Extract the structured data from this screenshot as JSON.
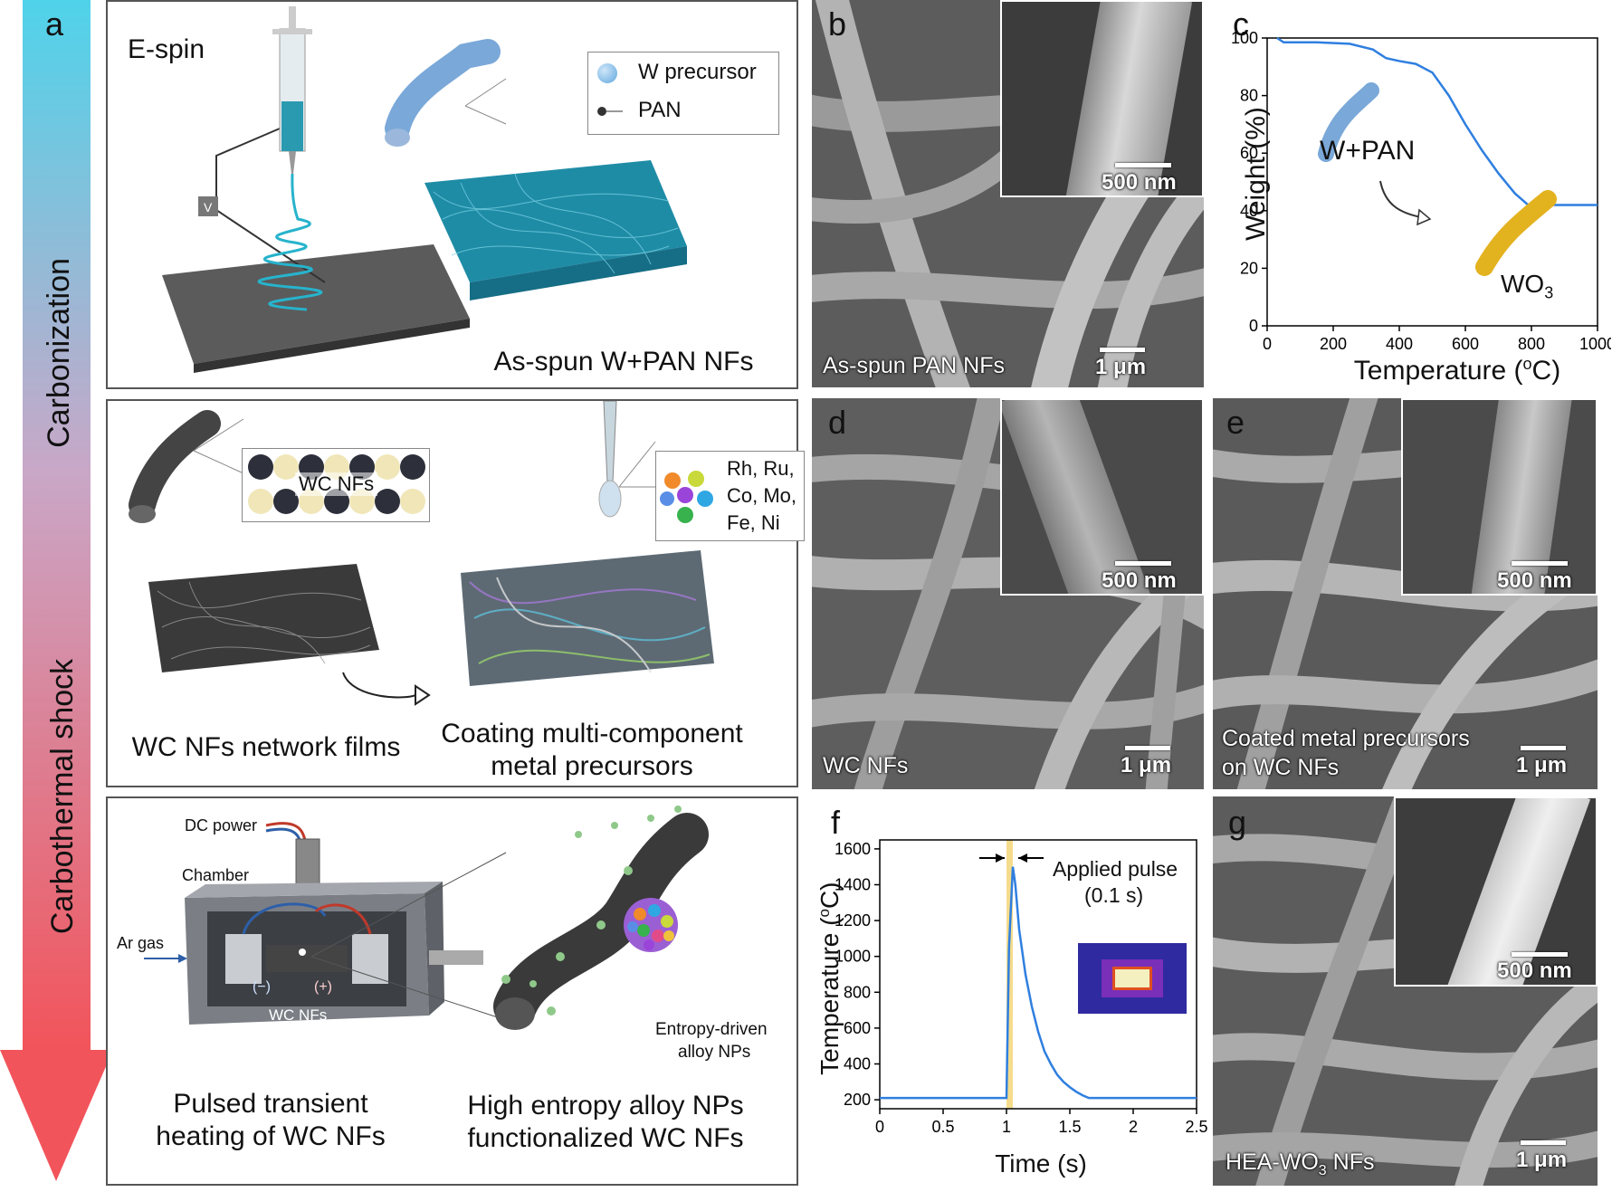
{
  "arrow": {
    "top_label": "Carbonization",
    "bottom_label": "Carbothermal shock",
    "colors": {
      "top": "#4fd3ea",
      "bottom": "#f2545b"
    }
  },
  "panel_labels": {
    "a": "a",
    "b": "b",
    "c": "c",
    "d": "d",
    "e": "e",
    "f": "f",
    "g": "g"
  },
  "box1": {
    "title": "E-spin",
    "voltage_symbol": "V",
    "legend_w": "W precursor",
    "legend_pan": "PAN",
    "caption": "As-spun W+PAN NFs"
  },
  "box2": {
    "inset_label": "WC NFs",
    "elements_line1": "Rh, Ru,",
    "elements_line2": "Co, Mo,",
    "elements_line3": "Fe, Ni",
    "caption_left": "WC NFs network films",
    "caption_right_1": "Coating multi-component",
    "caption_right_2": "metal precursors"
  },
  "box3": {
    "dc_power": "DC power",
    "chamber": "Chamber",
    "ar_gas": "Ar gas",
    "minus": "(−)",
    "plus": "(+)",
    "wc_label": "WC NFs",
    "np_label_1": "Entropy-driven",
    "np_label_2": "alloy NPs",
    "caption_left_1": "Pulsed transient",
    "caption_left_2": "heating of WC NFs",
    "caption_right_1": "High entropy alloy NPs",
    "caption_right_2": "functionalized WC NFs"
  },
  "sem": {
    "b": {
      "label": "As-spun PAN NFs",
      "scale": "1 μm",
      "inset_scale": "500 nm"
    },
    "d": {
      "label": "WC NFs",
      "scale": "1 μm",
      "inset_scale": "500 nm"
    },
    "e": {
      "label_1": "Coated metal precursors",
      "label_2": "on WC NFs",
      "scale": "1 μm",
      "inset_scale": "500 nm"
    },
    "g": {
      "label_prefix": "HEA-WO",
      "label_sub": "3",
      "label_suffix": " NFs",
      "scale": "1 μm",
      "inset_scale": "500 nm"
    }
  },
  "chart_data": [
    {
      "type": "line",
      "panel": "c",
      "xlabel_prefix": "Temperature (",
      "xlabel_sup": "o",
      "xlabel_suffix": "C)",
      "ylabel": "Weight (%)",
      "xlim": [
        0,
        1000
      ],
      "ylim": [
        0,
        100
      ],
      "xticks": [
        0,
        200,
        400,
        600,
        800,
        1000
      ],
      "yticks": [
        0,
        20,
        40,
        60,
        80,
        100
      ],
      "series": [
        {
          "color": "#2f7fe0",
          "x": [
            30,
            50,
            80,
            150,
            250,
            320,
            360,
            400,
            450,
            500,
            550,
            600,
            650,
            700,
            750,
            790,
            800,
            900,
            1000
          ],
          "y": [
            100,
            98.5,
            98.5,
            98.5,
            98,
            96,
            93,
            92,
            91,
            88,
            80,
            70,
            61,
            53,
            46,
            42,
            42,
            42,
            42
          ]
        }
      ],
      "annotations": {
        "start": "W+PAN",
        "end_prefix": "WO",
        "end_sub": "3"
      }
    },
    {
      "type": "line",
      "panel": "f",
      "xlabel": "Time (s)",
      "ylabel_prefix": "Temperature (",
      "ylabel_sup": "o",
      "ylabel_suffix": "C)",
      "xlim": [
        0,
        2.5
      ],
      "ylim": [
        150,
        1650
      ],
      "xticks": [
        0,
        0.5,
        1,
        1.5,
        2,
        2.5
      ],
      "xtick_labels": [
        "0",
        "0.5",
        "1",
        "1.5",
        "2",
        "2.5"
      ],
      "yticks": [
        200,
        400,
        600,
        800,
        1000,
        1200,
        1400,
        1600
      ],
      "pulse": {
        "start": 1.0,
        "end": 1.05,
        "color": "#f5dc8c"
      },
      "series": [
        {
          "color": "#2f7fe0",
          "x": [
            0,
            1.0,
            1.02,
            1.05,
            1.07,
            1.1,
            1.15,
            1.2,
            1.25,
            1.3,
            1.35,
            1.4,
            1.45,
            1.5,
            1.55,
            1.6,
            1.65,
            2.0,
            2.5
          ],
          "y": [
            210,
            210,
            1050,
            1500,
            1400,
            1150,
            900,
            720,
            580,
            470,
            400,
            340,
            300,
            270,
            245,
            225,
            210,
            210,
            210
          ]
        }
      ],
      "annotations": {
        "pulse_1": "Applied pulse",
        "pulse_2": "(0.1 s)"
      }
    }
  ]
}
